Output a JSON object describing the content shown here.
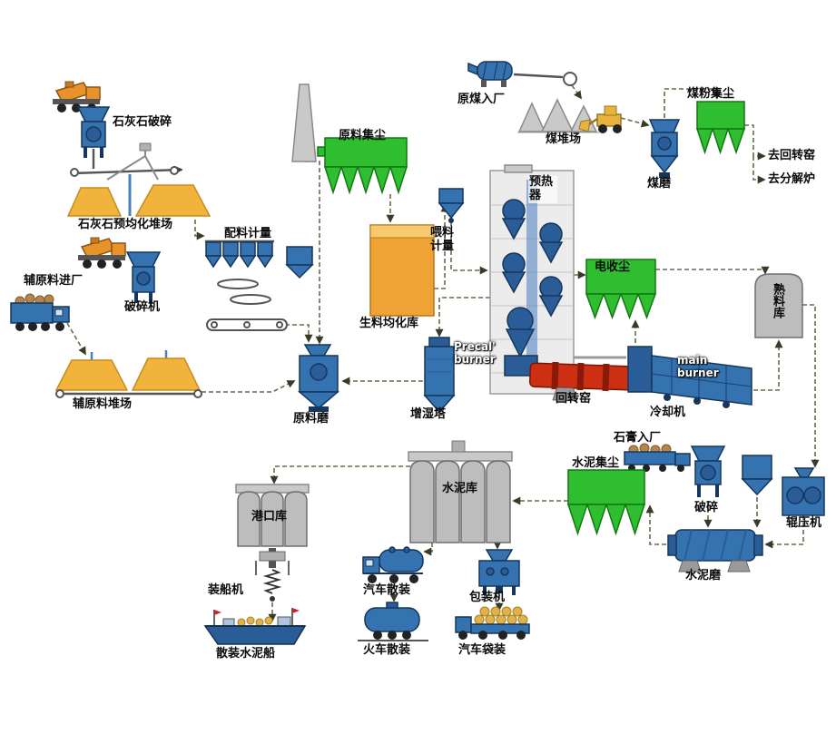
{
  "labels": {
    "limestone_crushing": "石灰石破碎",
    "limestone_yard": "石灰石预均化堆场",
    "batching": "配料计量",
    "raw_dust": "原料集尘",
    "raw_coal_entry": "原煤入厂",
    "coal_yard": "煤堆场",
    "coal_dust": "煤粉集尘",
    "coal_mill": "煤磨",
    "to_kiln": "去回转窑",
    "to_calciner": "去分解炉",
    "preheater": "预热器",
    "feed_metering": "喂料计量",
    "esp": "电收尘",
    "clinker_silo": "熟料库",
    "aux_entry": "辅原料进厂",
    "crusher_machine": "破碎机",
    "raw_meal_silo": "生料均化库",
    "precal_burner": "Precal' burner",
    "main_burner": "main burner",
    "rotary_kiln": "回转窑",
    "cooler": "冷却机",
    "aux_yard": "辅原料堆场",
    "raw_mill": "原料磨",
    "humidifier": "增湿塔",
    "gypsum_entry": "石膏入厂",
    "cement_dust": "水泥集尘",
    "crushing": "破碎",
    "roller_press": "辊压机",
    "port_silo": "港口库",
    "cement_silo": "水泥库",
    "cement_mill": "水泥磨",
    "ship_loader": "装船机",
    "truck_bulk": "汽车散装",
    "packer": "包装机",
    "bulk_ship": "散装水泥船",
    "train_bulk": "火车散装",
    "truck_bag": "汽车袋装"
  },
  "colors": {
    "machine_blue": "#3572b0",
    "machine_dark_blue": "#2a5d97",
    "dust_green": "#2fbe2f",
    "pile_yellow": "#f2b33d",
    "truck_orange": "#e8922a",
    "kiln_red": "#cc2f12",
    "silo_gray": "#bdbdbd",
    "dash_line": "#6b6b4e"
  }
}
